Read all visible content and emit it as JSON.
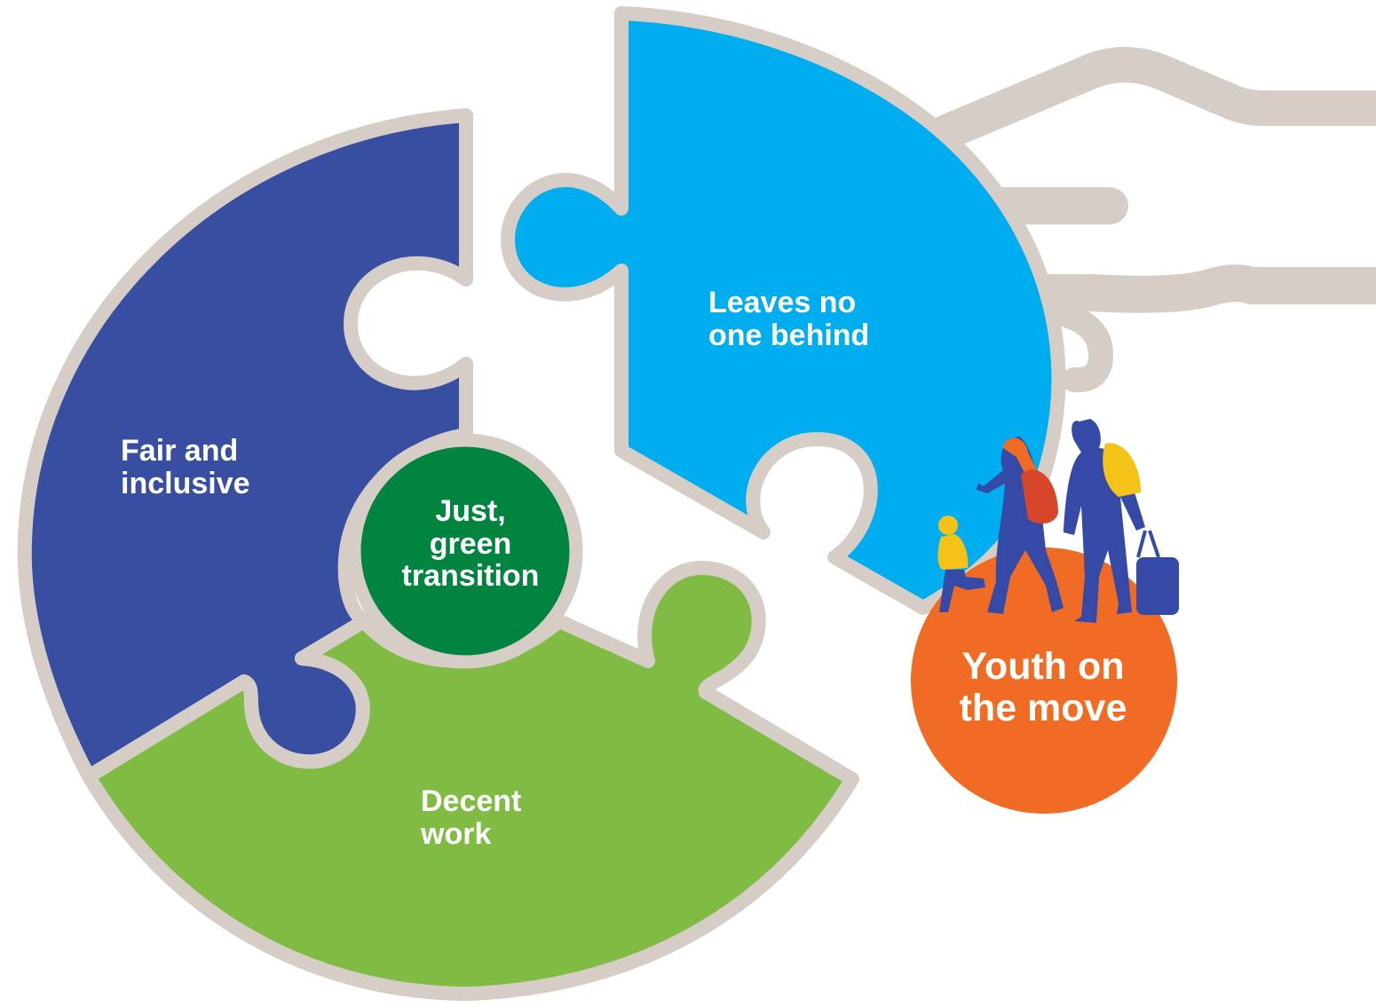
{
  "diagram": {
    "pieces": {
      "fair_inclusive": {
        "lines": [
          "Fair and",
          "inclusive"
        ],
        "color": "#384ea1"
      },
      "leaves_no_one_behind": {
        "lines": [
          "Leaves no",
          "one behind"
        ],
        "color": "#00adef"
      },
      "decent_work": {
        "lines": [
          "Decent",
          "work"
        ],
        "color": "#80bc43"
      }
    },
    "center": {
      "lines": [
        "Just,",
        "green",
        "transition"
      ],
      "color": "#00843f"
    },
    "youth": {
      "lines": [
        "Youth on",
        "the move"
      ],
      "color": "#f06b23"
    },
    "outline_color": "#d6cdc6",
    "figure_colors": {
      "figures": "#3549a6",
      "backpack": "#d7452a",
      "headscarf": "#f06b23",
      "child_clothes": "#f5c318"
    },
    "icons": [
      "hand-icon",
      "travelers-icon"
    ]
  }
}
